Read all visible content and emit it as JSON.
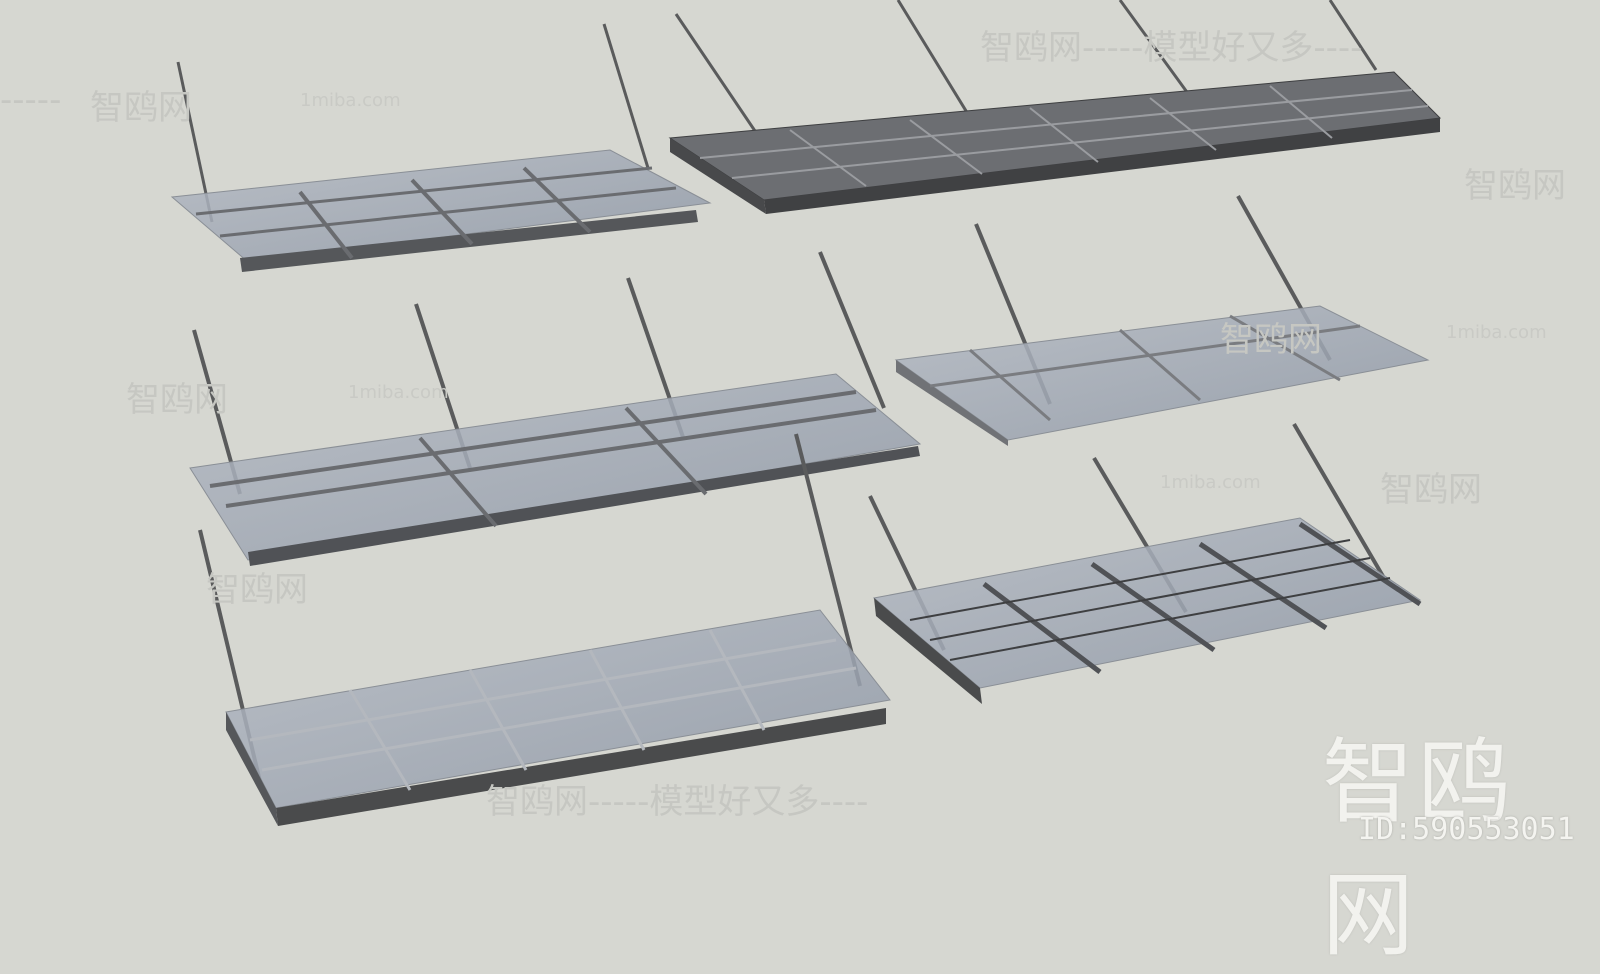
{
  "watermarks": {
    "site_label": "1miba.com",
    "brand_line": "智鸥网-----模型好又多----",
    "brand_short": "智鸥网",
    "dash_left": "-----"
  },
  "brand": {
    "name": "智鸥网",
    "id_label": "ID:590553051"
  },
  "colors": {
    "background": "#d6d7d1",
    "frame": "#4a4b4c",
    "glass": "#9aa3b0",
    "rod": "#5a5b5c"
  }
}
